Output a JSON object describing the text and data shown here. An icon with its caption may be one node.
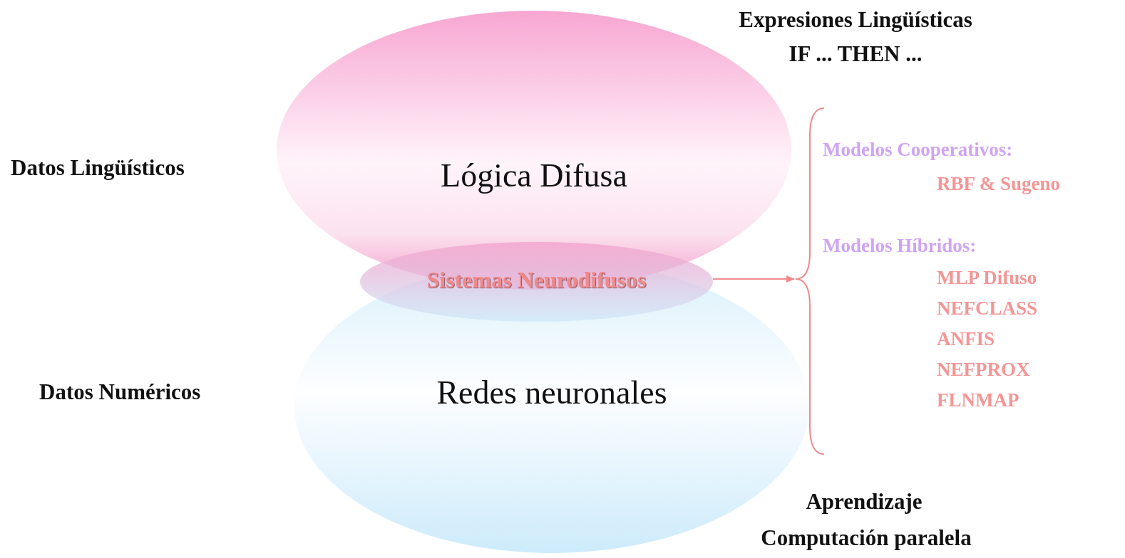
{
  "diagram": {
    "nodes": [
      {
        "text": [
          "Lógica Difusa"
        ]
      },
      {
        "text": [
          "Redes neuronales"
        ]
      },
      {
        "text": [
          "Sistemas Neurodifusos"
        ]
      },
      {
        "text": [
          "Modelos Cooperativos:",
          "RBF & Sugeno",
          "Modelos Híbridos:",
          "MLP Difuso",
          "NEFCLASS",
          "ANFIS",
          "NEFPROX",
          "FLNMAP"
        ]
      }
    ],
    "edges": [
      {
        "from": 2,
        "to": 3,
        "arrow": "to"
      }
    ],
    "labels": [
      "Expresiones Lingüísticas",
      "IF ... THEN ...",
      "Datos Lingüísticos",
      "Datos Numéricos",
      "Aprendizaje",
      "Computación paralela"
    ]
  }
}
